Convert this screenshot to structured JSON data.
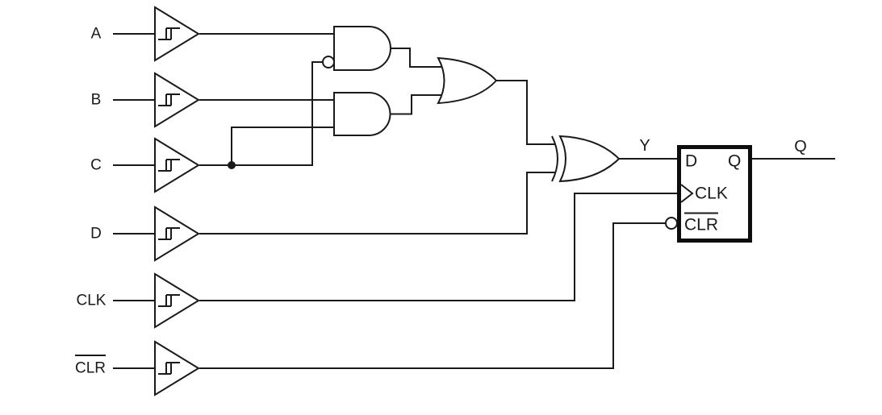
{
  "diagram": {
    "background_color": "#ffffff",
    "line_color": "#1a1a1a",
    "inputs": [
      {
        "id": "A",
        "label": "A",
        "overline": false
      },
      {
        "id": "B",
        "label": "B",
        "overline": false
      },
      {
        "id": "C",
        "label": "C",
        "overline": false
      },
      {
        "id": "D",
        "label": "D",
        "overline": false
      },
      {
        "id": "CLK",
        "label": "CLK",
        "overline": false
      },
      {
        "id": "CLR",
        "label": "CLR",
        "overline": true
      }
    ],
    "buffers": {
      "symbol": "schmitt-hysteresis-icon",
      "count": 6
    },
    "gates": {
      "and1": {
        "type": "AND",
        "inverted_input": "second"
      },
      "and2": {
        "type": "AND"
      },
      "or1": {
        "type": "OR"
      },
      "xor1": {
        "type": "XOR"
      }
    },
    "net_labels": {
      "xor_output": "Y",
      "ff_output": "Q"
    },
    "flip_flop": {
      "d_label": "D",
      "q_label": "Q",
      "clk_label": "CLK",
      "clr_label": "CLR",
      "clr_overline": true,
      "clk_edge_triggered": true,
      "clr_active_low": true
    }
  }
}
